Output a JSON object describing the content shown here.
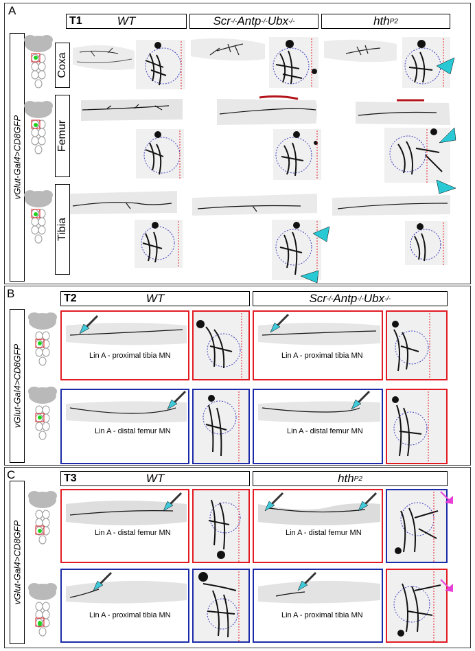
{
  "panels": {
    "a": {
      "label": "A",
      "genotype": "vGlut-Gal4>CD8GFP",
      "segment": "T1",
      "columns": {
        "wt": "WT",
        "scr_pre": "Scr",
        "sup": "-/-",
        "antp": "Antp",
        "ubx": "Ubx",
        "hth": "hth",
        "hth_sup": "P2"
      },
      "rows": [
        "Coxa",
        "Femur",
        "Tibia"
      ]
    },
    "b": {
      "label": "B",
      "genotype": "vGlut-Gal4>CD8GFP",
      "segment": "T2",
      "col_wt": "WT",
      "captions": [
        "Lin A - proximal tibia MN",
        "Lin A - distal femur MN"
      ]
    },
    "c": {
      "label": "C",
      "genotype": "vGlut-Gal4>CD8GFP",
      "segment": "T3",
      "col_wt": "WT",
      "captions": [
        "Lin A - distal femur MN",
        "Lin A  - distal femur MN",
        "Lin A - proximal tibia MN",
        "Lin A - proximal tibia MN"
      ]
    }
  },
  "colors": {
    "red_box": "#e21b23",
    "blue_box": "#1b2aa8",
    "arrowhead": "#28c8d4",
    "arrow": "#3fc9d9",
    "magenta_arrow": "#e83fd8",
    "red_bar": "#b3131a"
  }
}
